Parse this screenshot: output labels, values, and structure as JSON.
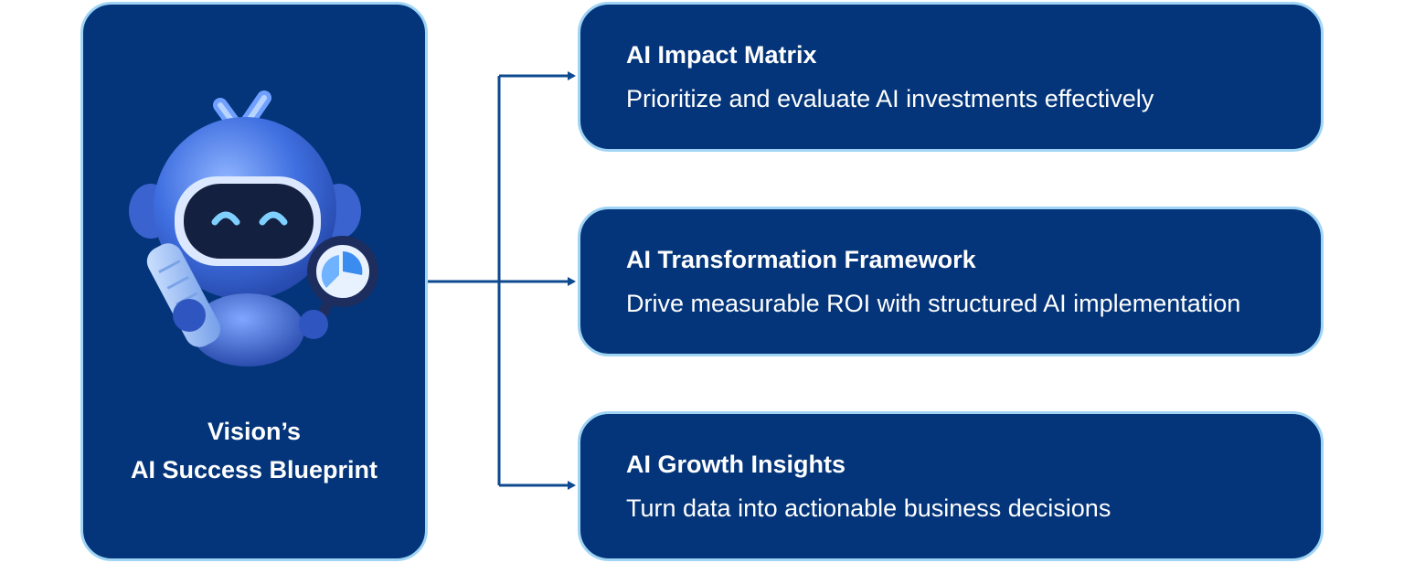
{
  "blueprint": {
    "title_line1": "Vision’s",
    "title_line2": "AI Success Blueprint",
    "mascot_icon": "robot-mascot-with-magnifier-icon"
  },
  "items": [
    {
      "title": "AI Impact Matrix",
      "description": "Prioritize and evaluate AI investments effectively"
    },
    {
      "title": "AI Transformation Framework",
      "description": "Drive measurable ROI with structured AI implementation"
    },
    {
      "title": "AI Growth Insights",
      "description": "Turn data into actionable business decisions"
    }
  ],
  "colors": {
    "card_fill": "#04357a",
    "card_border": "#9fd4f5",
    "connector": "#0d4a8f",
    "text": "#ffffff"
  }
}
